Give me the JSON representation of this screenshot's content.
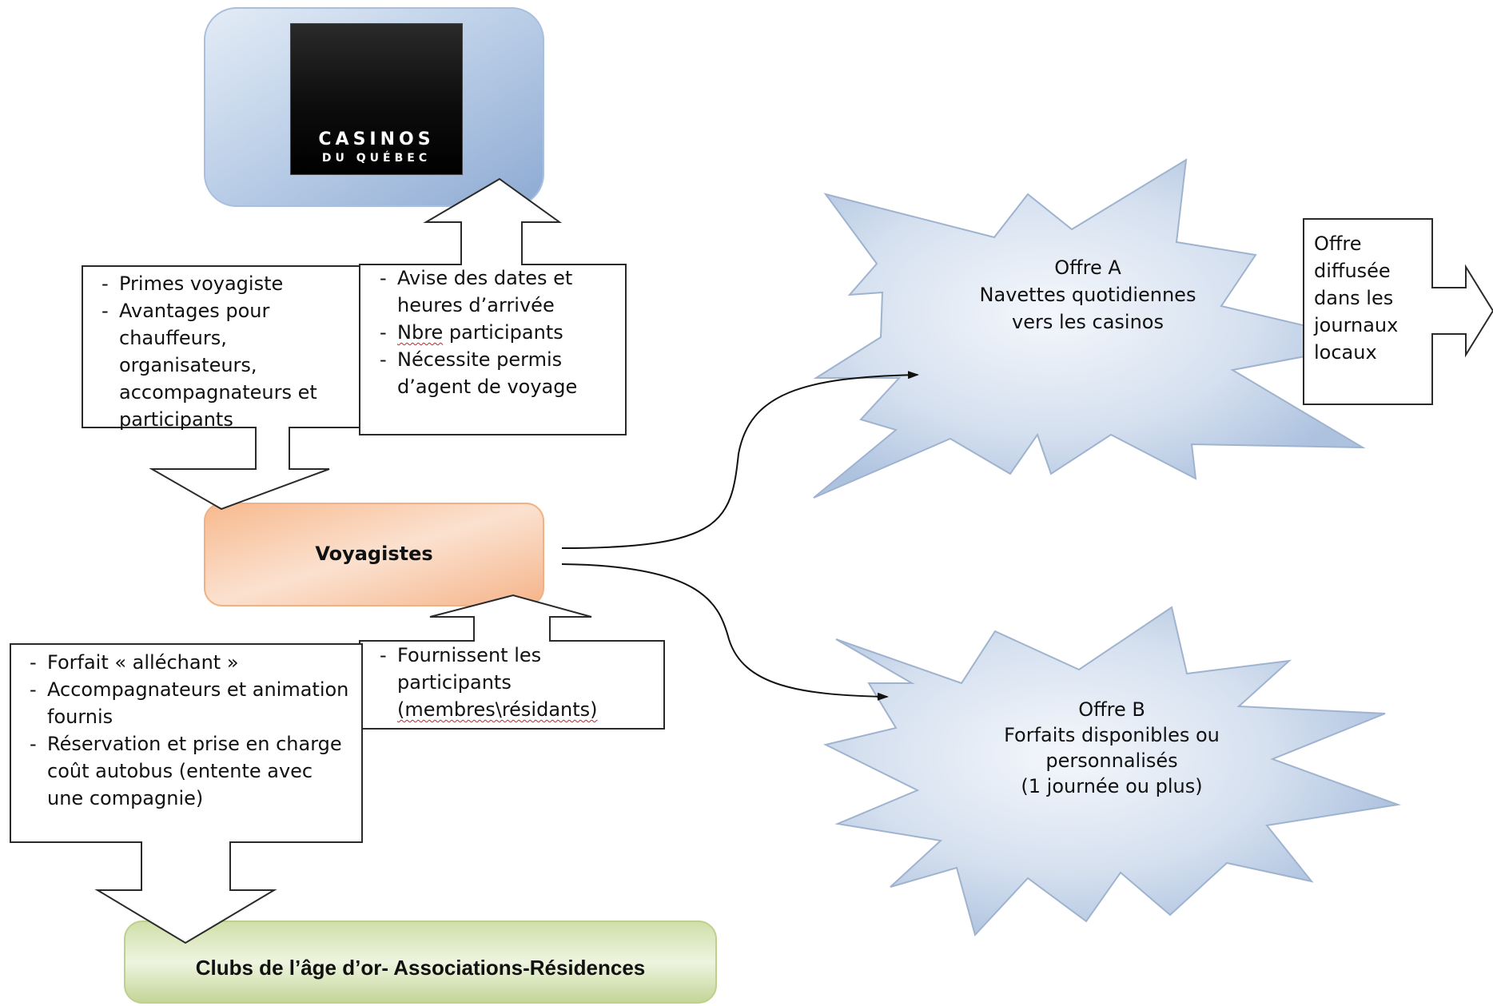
{
  "logo": {
    "line1": "CASINOS",
    "line2": "DU QUÉBEC"
  },
  "casino_to_voyagistes": {
    "items": [
      "Primes voyagiste",
      "Avantages pour chauffeurs, organisateurs, accompagnateurs et participants"
    ]
  },
  "voyagistes_to_casino": {
    "items": [
      "Avise des dates et heures d’arrivée",
      {
        "underlined": "Nbre",
        "rest": " participants"
      },
      "Nécessite permis d’agent de voyage"
    ]
  },
  "voyagistes": {
    "label": "Voyagistes"
  },
  "clubs_to_voyagistes": {
    "line1": "Fournissent les participants",
    "line2_underlined": "(membres\\résidants)"
  },
  "voyagistes_to_clubs": {
    "items": [
      "Forfait « alléchant »",
      "Accompagnateurs et animation fournis",
      "Réservation et prise en charge coût autobus (entente avec une compagnie)"
    ]
  },
  "clubs": {
    "label": "Clubs de l’âge d’or- Associations-Résidences"
  },
  "offre_a": {
    "title": "Offre A",
    "line2": "Navettes quotidiennes",
    "line3": "vers les casinos"
  },
  "offre_a_note": {
    "text": "Offre diffusée dans les journaux locaux"
  },
  "offre_b": {
    "title": "Offre B",
    "line2": "Forfaits disponibles ou",
    "line3": "personnalisés",
    "line4": "(1 journée ou plus)"
  },
  "colors": {
    "casino_box": "#9db6da",
    "voyagistes_box": "#f3b48a",
    "clubs_box": "#c6d89c",
    "starburst": "#b7c9e2"
  }
}
